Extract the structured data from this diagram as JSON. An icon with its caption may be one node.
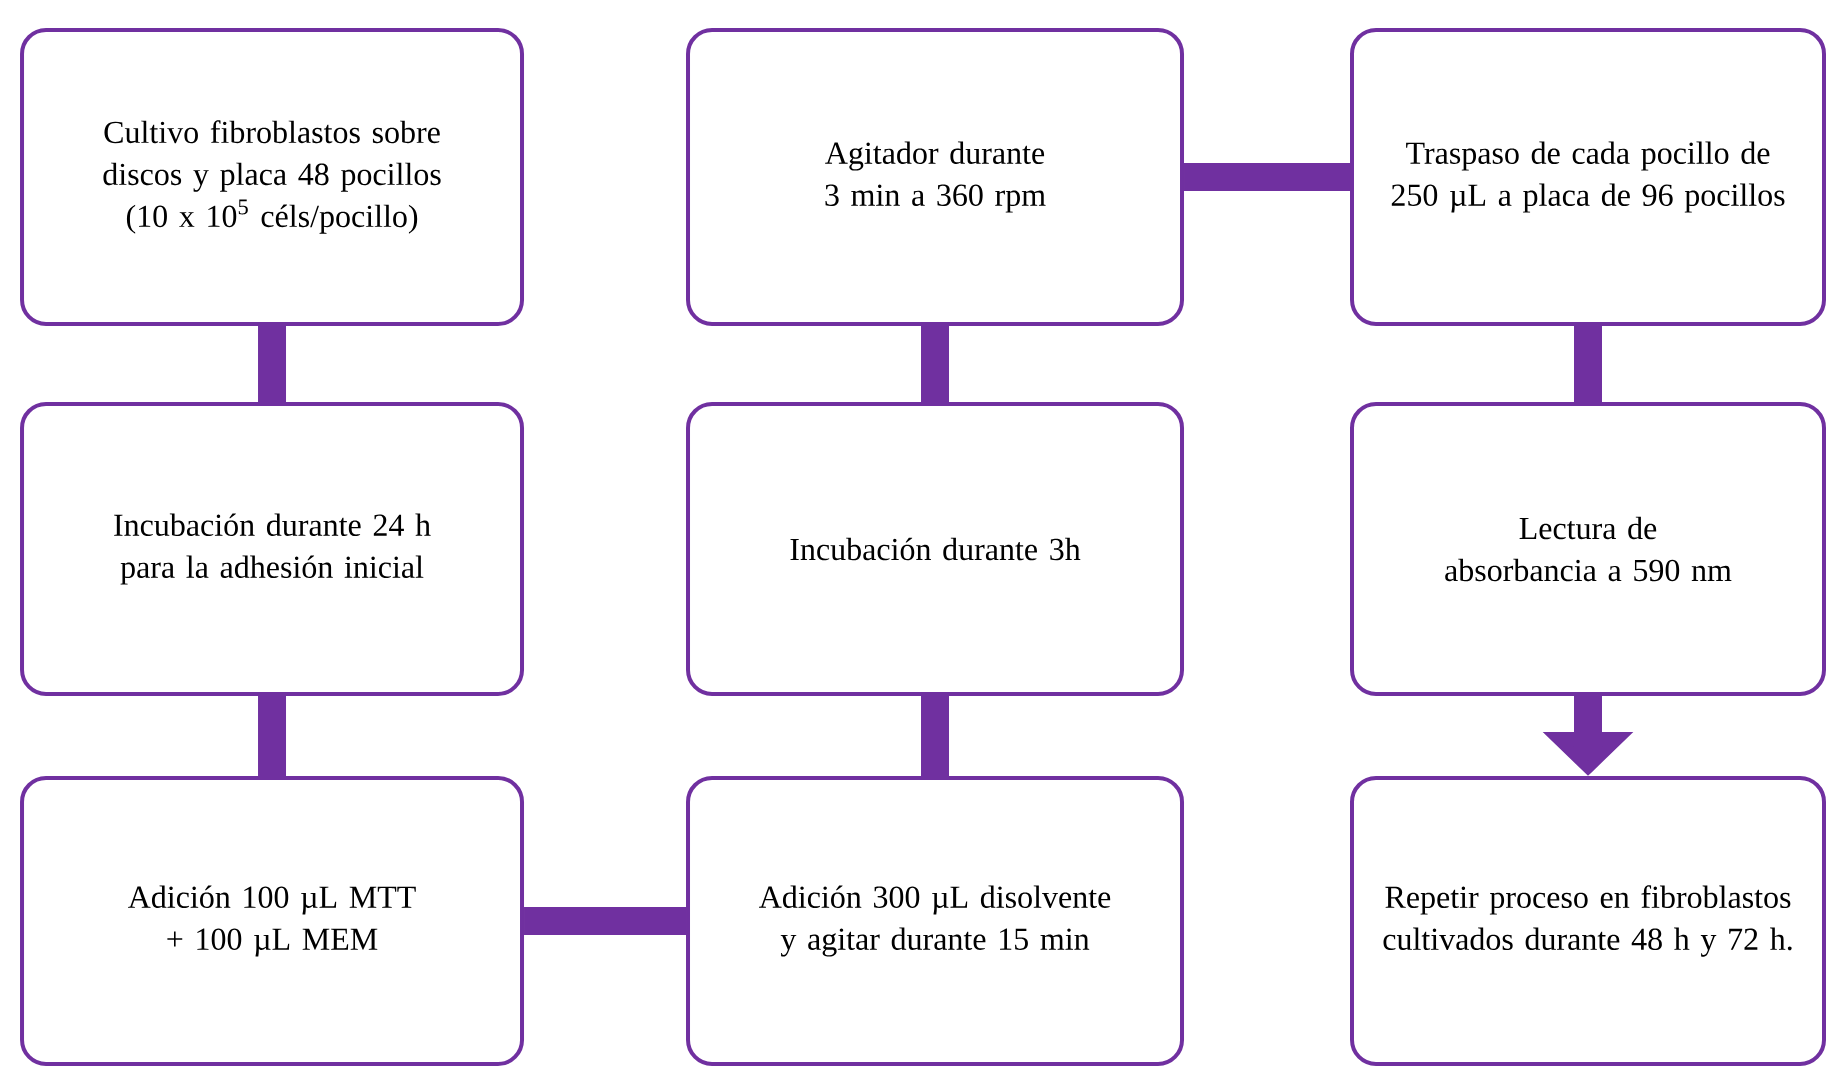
{
  "diagram": {
    "nodes": [
      {
        "text": [
          "Cultivo fibroblastos sobre discos y placa 48 pocillos (10 x 10$^{5}$ céls/pocillo)"
        ]
      },
      {
        "text": [
          "Incubación durante 24 h para la adhesión inicial"
        ]
      },
      {
        "text": [
          "Adición 100 µL MTT + 100 µL MEM"
        ]
      },
      {
        "text": [
          "Adición 300 µL disolvente y agitar durante 15 min"
        ]
      },
      {
        "text": [
          "Incubación durante 3h"
        ]
      },
      {
        "text": [
          "Agitador durante 3 min a 360 rpm"
        ]
      },
      {
        "text": [
          "Traspaso de cada pocillo de 250 µL a placa de 96 pocillos"
        ]
      },
      {
        "text": [
          "Lectura de absorbancia a 590 nm"
        ]
      },
      {
        "text": [
          "Repetir proceso en fibroblastos cultivados durante 48 h y 72 h."
        ]
      }
    ],
    "edges": [
      {
        "from": 0,
        "to": 1,
        "arrow": "none"
      },
      {
        "from": 1,
        "to": 2,
        "arrow": "none"
      },
      {
        "from": 2,
        "to": 3,
        "arrow": "none"
      },
      {
        "from": 3,
        "to": 4,
        "arrow": "none"
      },
      {
        "from": 4,
        "to": 5,
        "arrow": "none"
      },
      {
        "from": 5,
        "to": 6,
        "arrow": "none"
      },
      {
        "from": 6,
        "to": 7,
        "arrow": "none"
      },
      {
        "from": 7,
        "to": 8,
        "arrow": "to"
      }
    ]
  }
}
